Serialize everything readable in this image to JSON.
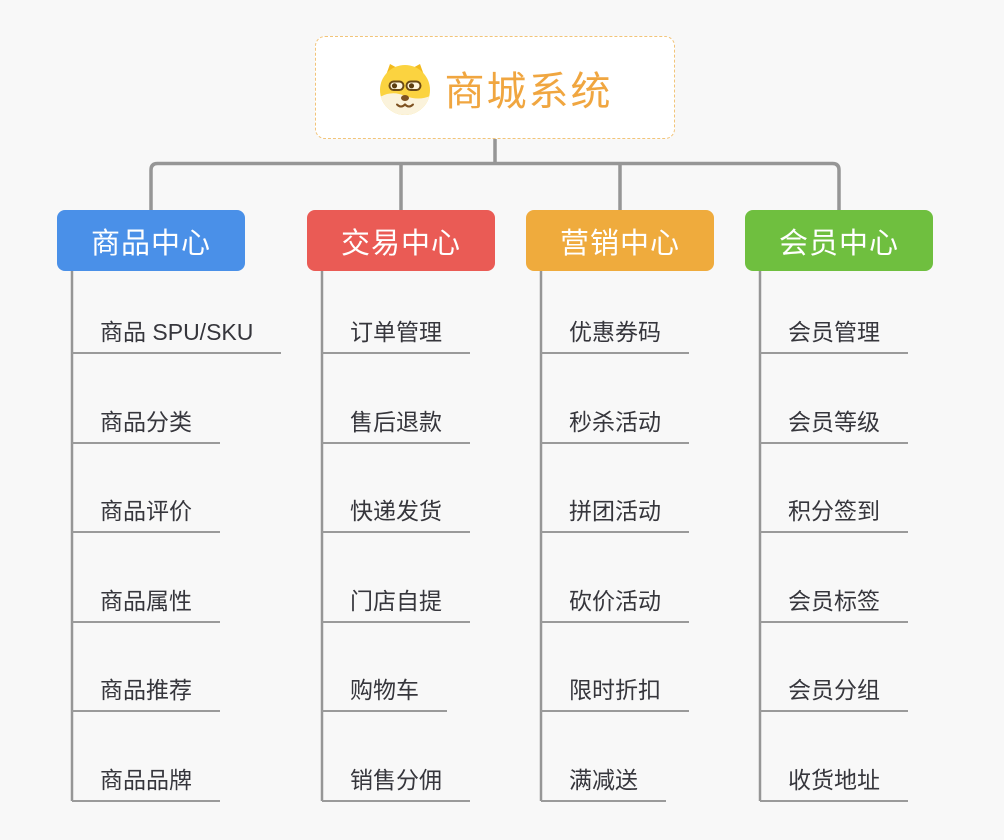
{
  "root": {
    "label": "商城系统",
    "icon": "doge-face-icon",
    "text_color": "#f0a640",
    "border_color": "#f2c479"
  },
  "branches": [
    {
      "label": "商品中心",
      "color": "#4a90e8",
      "items": [
        "商品 SPU/SKU",
        "商品分类",
        "商品评价",
        "商品属性",
        "商品推荐",
        "商品品牌"
      ]
    },
    {
      "label": "交易中心",
      "color": "#ea5b55",
      "items": [
        "订单管理",
        "售后退款",
        "快递发货",
        "门店自提",
        "购物车",
        "销售分佣"
      ]
    },
    {
      "label": "营销中心",
      "color": "#efab3d",
      "items": [
        "优惠券码",
        "秒杀活动",
        "拼团活动",
        "砍价活动",
        "限时折扣",
        "满减送"
      ]
    },
    {
      "label": "会员中心",
      "color": "#6fbf3f",
      "items": [
        "会员管理",
        "会员等级",
        "积分签到",
        "会员标签",
        "会员分组",
        "收货地址"
      ]
    }
  ],
  "palette": {
    "background": "#f8f8f8",
    "connector_line": "#969696",
    "item_underline": "#9a9a9a",
    "item_text": "#36363c",
    "branch_text": "#ffffff"
  }
}
